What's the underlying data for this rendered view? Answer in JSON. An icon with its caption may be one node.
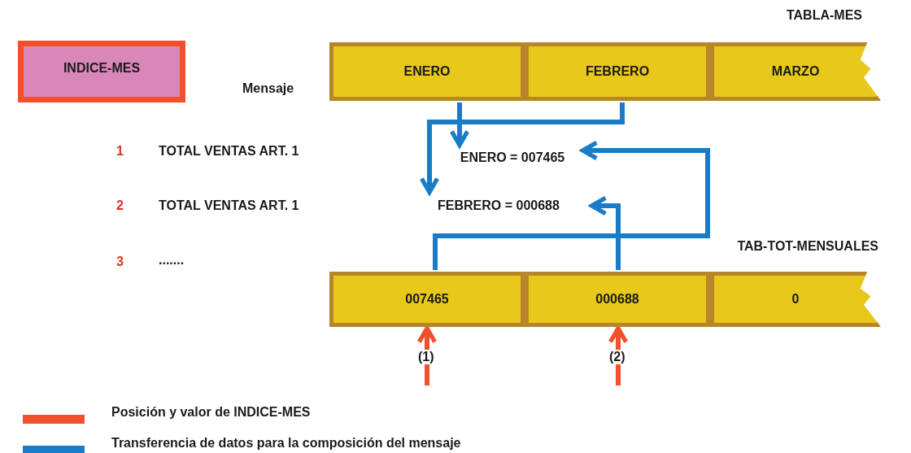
{
  "diagram": {
    "nodes": [
      {
        "text": [
          "INDICE-MES"
        ]
      },
      {
        "text": [
          "TABLA-MES"
        ]
      },
      {
        "text": [
          "ENERO"
        ],
        "in": 1
      },
      {
        "text": [
          "FEBRERO"
        ],
        "in": 1
      },
      {
        "text": [
          "MARZO"
        ],
        "in": 1
      },
      {
        "text": [
          "ENERO = 007465"
        ]
      },
      {
        "text": [
          "FEBRERO = 000688"
        ]
      },
      {
        "text": [
          "TAB-TOT-MENSUALES"
        ]
      },
      {
        "text": [
          "007465"
        ],
        "in": 7
      },
      {
        "text": [
          "000688"
        ],
        "in": 7
      },
      {
        "text": [
          "0"
        ],
        "in": 7
      }
    ],
    "edges": [
      {
        "from": 2,
        "to": 5,
        "arrow": "to"
      },
      {
        "from": 3,
        "to": 6,
        "arrow": "to"
      },
      {
        "from": 8,
        "to": 5,
        "arrow": "to"
      },
      {
        "from": 9,
        "to": 6,
        "arrow": "to"
      },
      {
        "from": null,
        "to": 8,
        "arrow": "to",
        "label": "(1)",
        "color": "#f0502a"
      },
      {
        "from": null,
        "to": 9,
        "arrow": "to",
        "label": "(2)",
        "color": "#f0502a"
      }
    ],
    "labels": [
      "Mensaje",
      "1",
      "TOTAL VENTAS ART. 1",
      "2",
      "TOTAL VENTAS ART. 1",
      "3",
      "......."
    ],
    "legend": [
      {
        "text": "Posición y valor de INDICE-MES",
        "color": "#f0502a"
      },
      {
        "text": "Transferencia de datos para la composición del mensaje",
        "color": "#1a7cc8"
      }
    ]
  }
}
